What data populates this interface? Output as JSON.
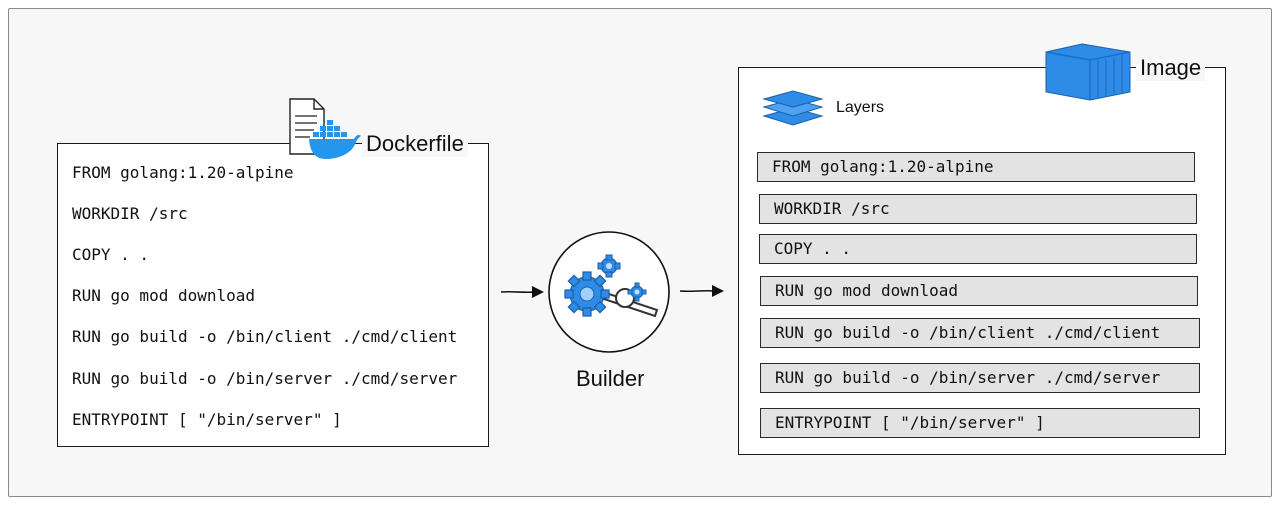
{
  "dockerfile": {
    "title": "Dockerfile",
    "lines": [
      "FROM golang:1.20-alpine",
      "WORKDIR /src",
      "COPY . .",
      "RUN go mod download",
      "RUN go build -o /bin/client ./cmd/client",
      "RUN go build -o /bin/server ./cmd/server",
      "ENTRYPOINT [ \"/bin/server\" ]"
    ],
    "icon": "docker-file-icon"
  },
  "builder": {
    "label": "Builder",
    "icon": "gears-wrench-icon"
  },
  "image": {
    "title": "Image",
    "icon": "shipping-container-icon",
    "layers_label": "Layers",
    "layers_icon": "layers-stack-icon",
    "layers": [
      "FROM golang:1.20-alpine",
      "WORKDIR /src",
      "COPY . .",
      "RUN go mod download",
      "RUN go build -o /bin/client ./cmd/client",
      "RUN go build -o /bin/server ./cmd/server",
      "ENTRYPOINT [ \"/bin/server\" ]"
    ]
  },
  "colors": {
    "docker_blue": "#2496ed",
    "layer_fill": "#e3e3e3",
    "frame_fill": "#f7f7f7"
  }
}
